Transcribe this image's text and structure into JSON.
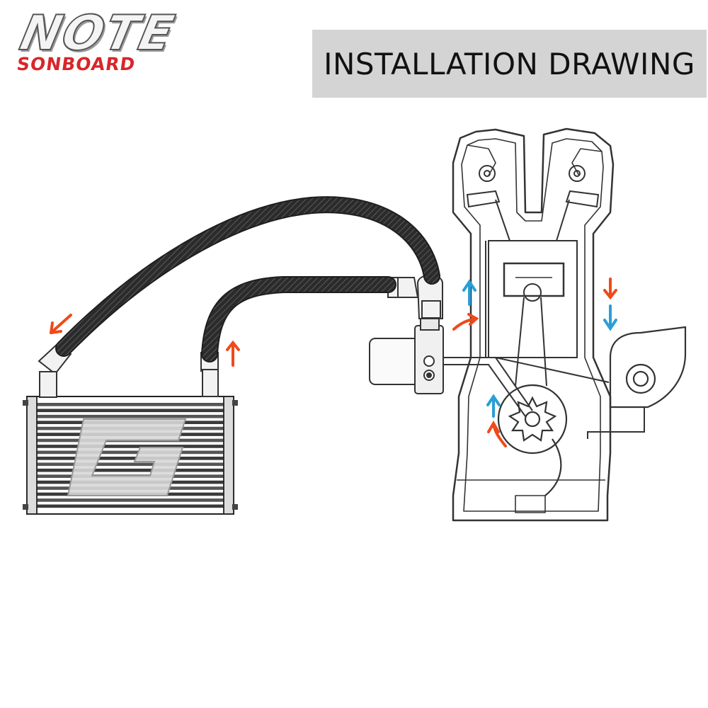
{
  "brand": {
    "main": "NOTE",
    "sub": "SONBOARD"
  },
  "title": "INSTALLATION DRAWING",
  "colors": {
    "hot_arrow": "#ee4a1b",
    "cool_arrow": "#2a9fd6",
    "banner": "#d4d4d4",
    "brand_red": "#d8262a"
  },
  "cooler": {
    "fins": 18,
    "emblem": "G"
  }
}
